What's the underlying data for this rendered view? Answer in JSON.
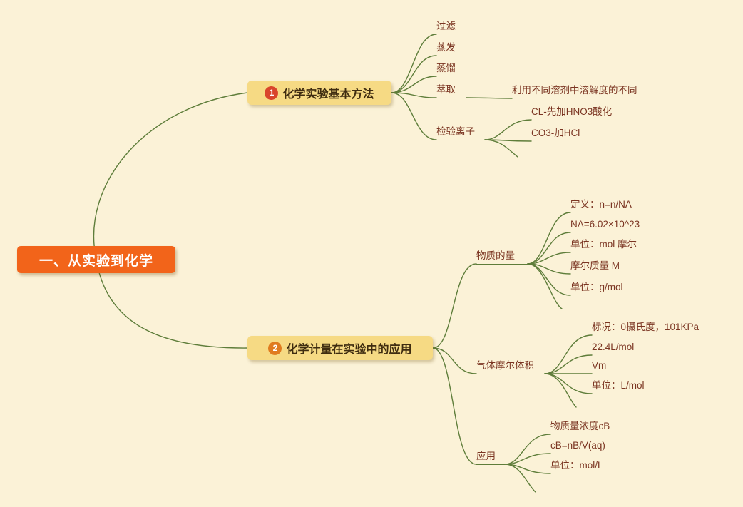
{
  "canvas": {
    "background": "#fbf2d7"
  },
  "colors": {
    "line": "#5e7d3a",
    "root_bg": "#f2641a",
    "branch_bg": "#f6da84",
    "badge1": "#d9452b",
    "badge2": "#e07b1e",
    "leaf_text": "#7b3522"
  },
  "root": {
    "label": "一、从实验到化学"
  },
  "branch1": {
    "badge": "1",
    "label": "化学实验基本方法",
    "items": {
      "filter": {
        "label": "过滤"
      },
      "evaporation": {
        "label": "蒸发"
      },
      "distillation": {
        "label": "蒸馏"
      },
      "extraction": {
        "label": "萃取",
        "note": "利用不同溶剂中溶解度的不同"
      },
      "ion_test": {
        "label": "检验离子",
        "children": [
          "CL-先加HNO3酸化",
          "CO3-加HCl"
        ]
      }
    }
  },
  "branch2": {
    "badge": "2",
    "label": "化学计量在实验中的应用",
    "items": {
      "amount": {
        "label": "物质的量",
        "children": [
          "定义：n=n/NA",
          "NA=6.02×10^23",
          "单位：mol 摩尔",
          "摩尔质量 M",
          "单位：g/mol"
        ]
      },
      "molar_volume": {
        "label": "气体摩尔体积",
        "children": [
          "标况：0摄氏度，101KPa",
          "22.4L/mol",
          "Vm",
          "单位：L/mol"
        ]
      },
      "application": {
        "label": "应用",
        "children": [
          "物质量浓度cB",
          "cB=nB/V(aq)",
          "单位：mol/L"
        ]
      }
    }
  }
}
